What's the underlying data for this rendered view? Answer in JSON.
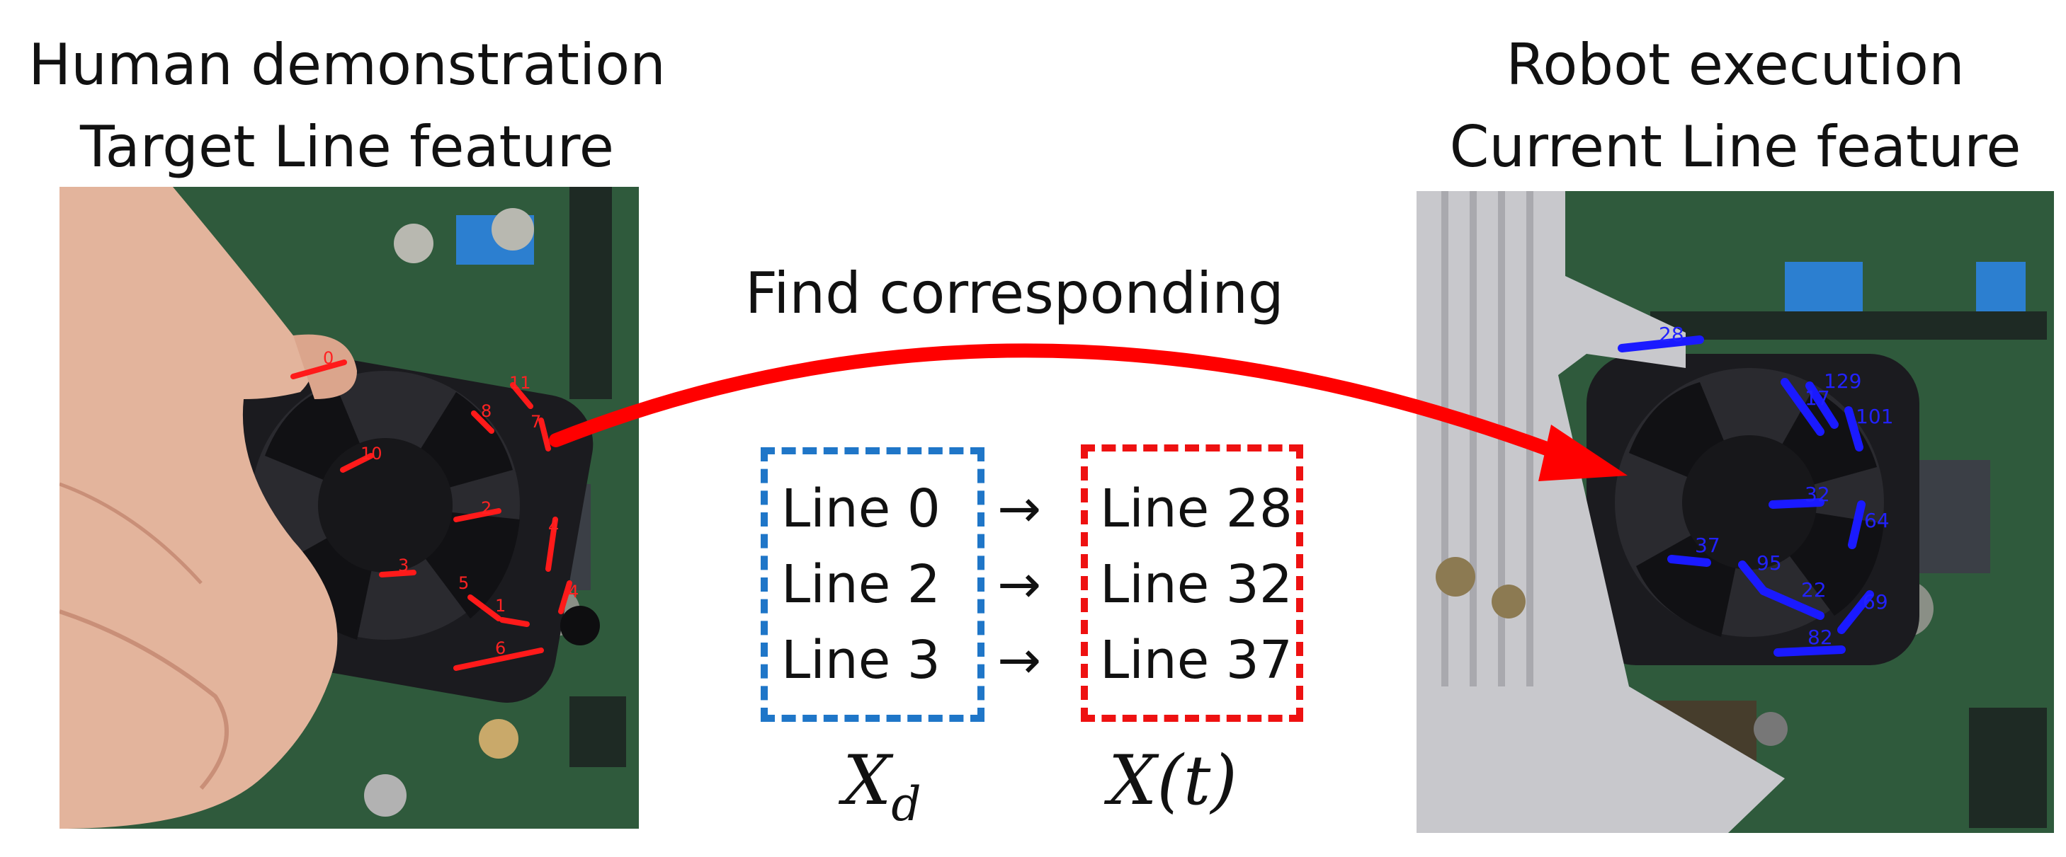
{
  "left_panel": {
    "title_line1": "Human demonstration",
    "title_line2": "Target Line feature",
    "line_labels": [
      "0",
      "10",
      "8",
      "11",
      "7",
      "2",
      "4",
      "3",
      "5",
      "1",
      "4",
      "6"
    ]
  },
  "right_panel": {
    "title_line1": "Robot execution",
    "title_line2": "Current Line feature",
    "line_labels": [
      "28",
      "129",
      "17",
      "101",
      "32",
      "64",
      "37",
      "95",
      "22",
      "69",
      "82"
    ]
  },
  "center": {
    "title": "Find corresponding",
    "desired_lines": [
      "Line 0",
      "Line 2",
      "Line 3"
    ],
    "current_lines": [
      "Line 28",
      "Line 32",
      "Line 37"
    ],
    "arrow_glyph": "→",
    "desired_symbol_base": "X",
    "desired_symbol_sub": "d",
    "current_symbol": "X(t)"
  },
  "colors": {
    "target_lines": "#ff1a1a",
    "current_lines": "#1a1aff",
    "desired_box": "#1f76c8",
    "current_box": "#ee1111",
    "correspondence_arrow": "#ff0000",
    "board_green": "#2f5a3c",
    "fan_black": "#1b1b1f",
    "skin": "#e3b49c",
    "bracket_gray": "#c8c8cc"
  }
}
